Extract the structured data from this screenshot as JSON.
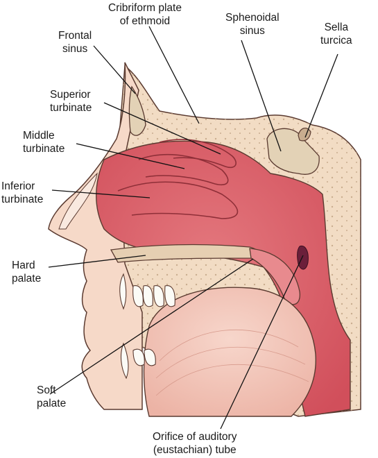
{
  "labels": {
    "cribriform": {
      "line1": "Cribriform plate",
      "line2": "of ethmoid"
    },
    "frontal": {
      "line1": "Frontal",
      "line2": "sinus"
    },
    "sphenoidal": {
      "line1": "Sphenoidal",
      "line2": "sinus"
    },
    "sella": {
      "line1": "Sella",
      "line2": "turcica"
    },
    "superior": {
      "line1": "Superior",
      "line2": "turbinate"
    },
    "middle": {
      "line1": "Middle",
      "line2": "turbinate"
    },
    "inferior": {
      "line1": "Inferior",
      "line2": "turbinate"
    },
    "hard": {
      "line1": "Hard",
      "line2": "palate"
    },
    "soft": {
      "line1": "Soft",
      "line2": "palate"
    },
    "orifice": {
      "line1": "Orifice of auditory",
      "line2": "(eustachian) tube"
    }
  },
  "colors": {
    "bone": "#f2dcc4",
    "bone_dots": "#c9ad8f",
    "mucosa": "#d9616a",
    "mucosa_light": "#e88a8e",
    "sinus": "#e3d2b6",
    "skin": "#f6d9c8",
    "tongue": "#f4c9bd",
    "outline": "#5a3a30",
    "leader": "#111111"
  }
}
